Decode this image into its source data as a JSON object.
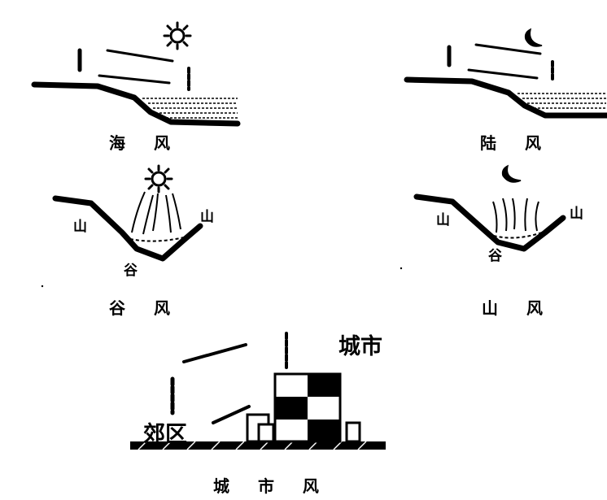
{
  "panels": {
    "sea_breeze": {
      "caption": "海  风",
      "icon": "sun-icon"
    },
    "land_breeze": {
      "caption": "陆  风",
      "icon": "moon-icon"
    },
    "valley_breeze": {
      "caption": "谷  风",
      "mountain_left": "山",
      "mountain_right": "山",
      "valley": "谷",
      "icon": "sun-icon"
    },
    "mountain_breeze": {
      "caption": "山  风",
      "mountain_left": "山",
      "mountain_right": "山",
      "valley": "谷",
      "icon": "moon-icon"
    },
    "urban_breeze": {
      "caption": "城  市  风",
      "city": "城市",
      "suburb": "郊区"
    }
  }
}
